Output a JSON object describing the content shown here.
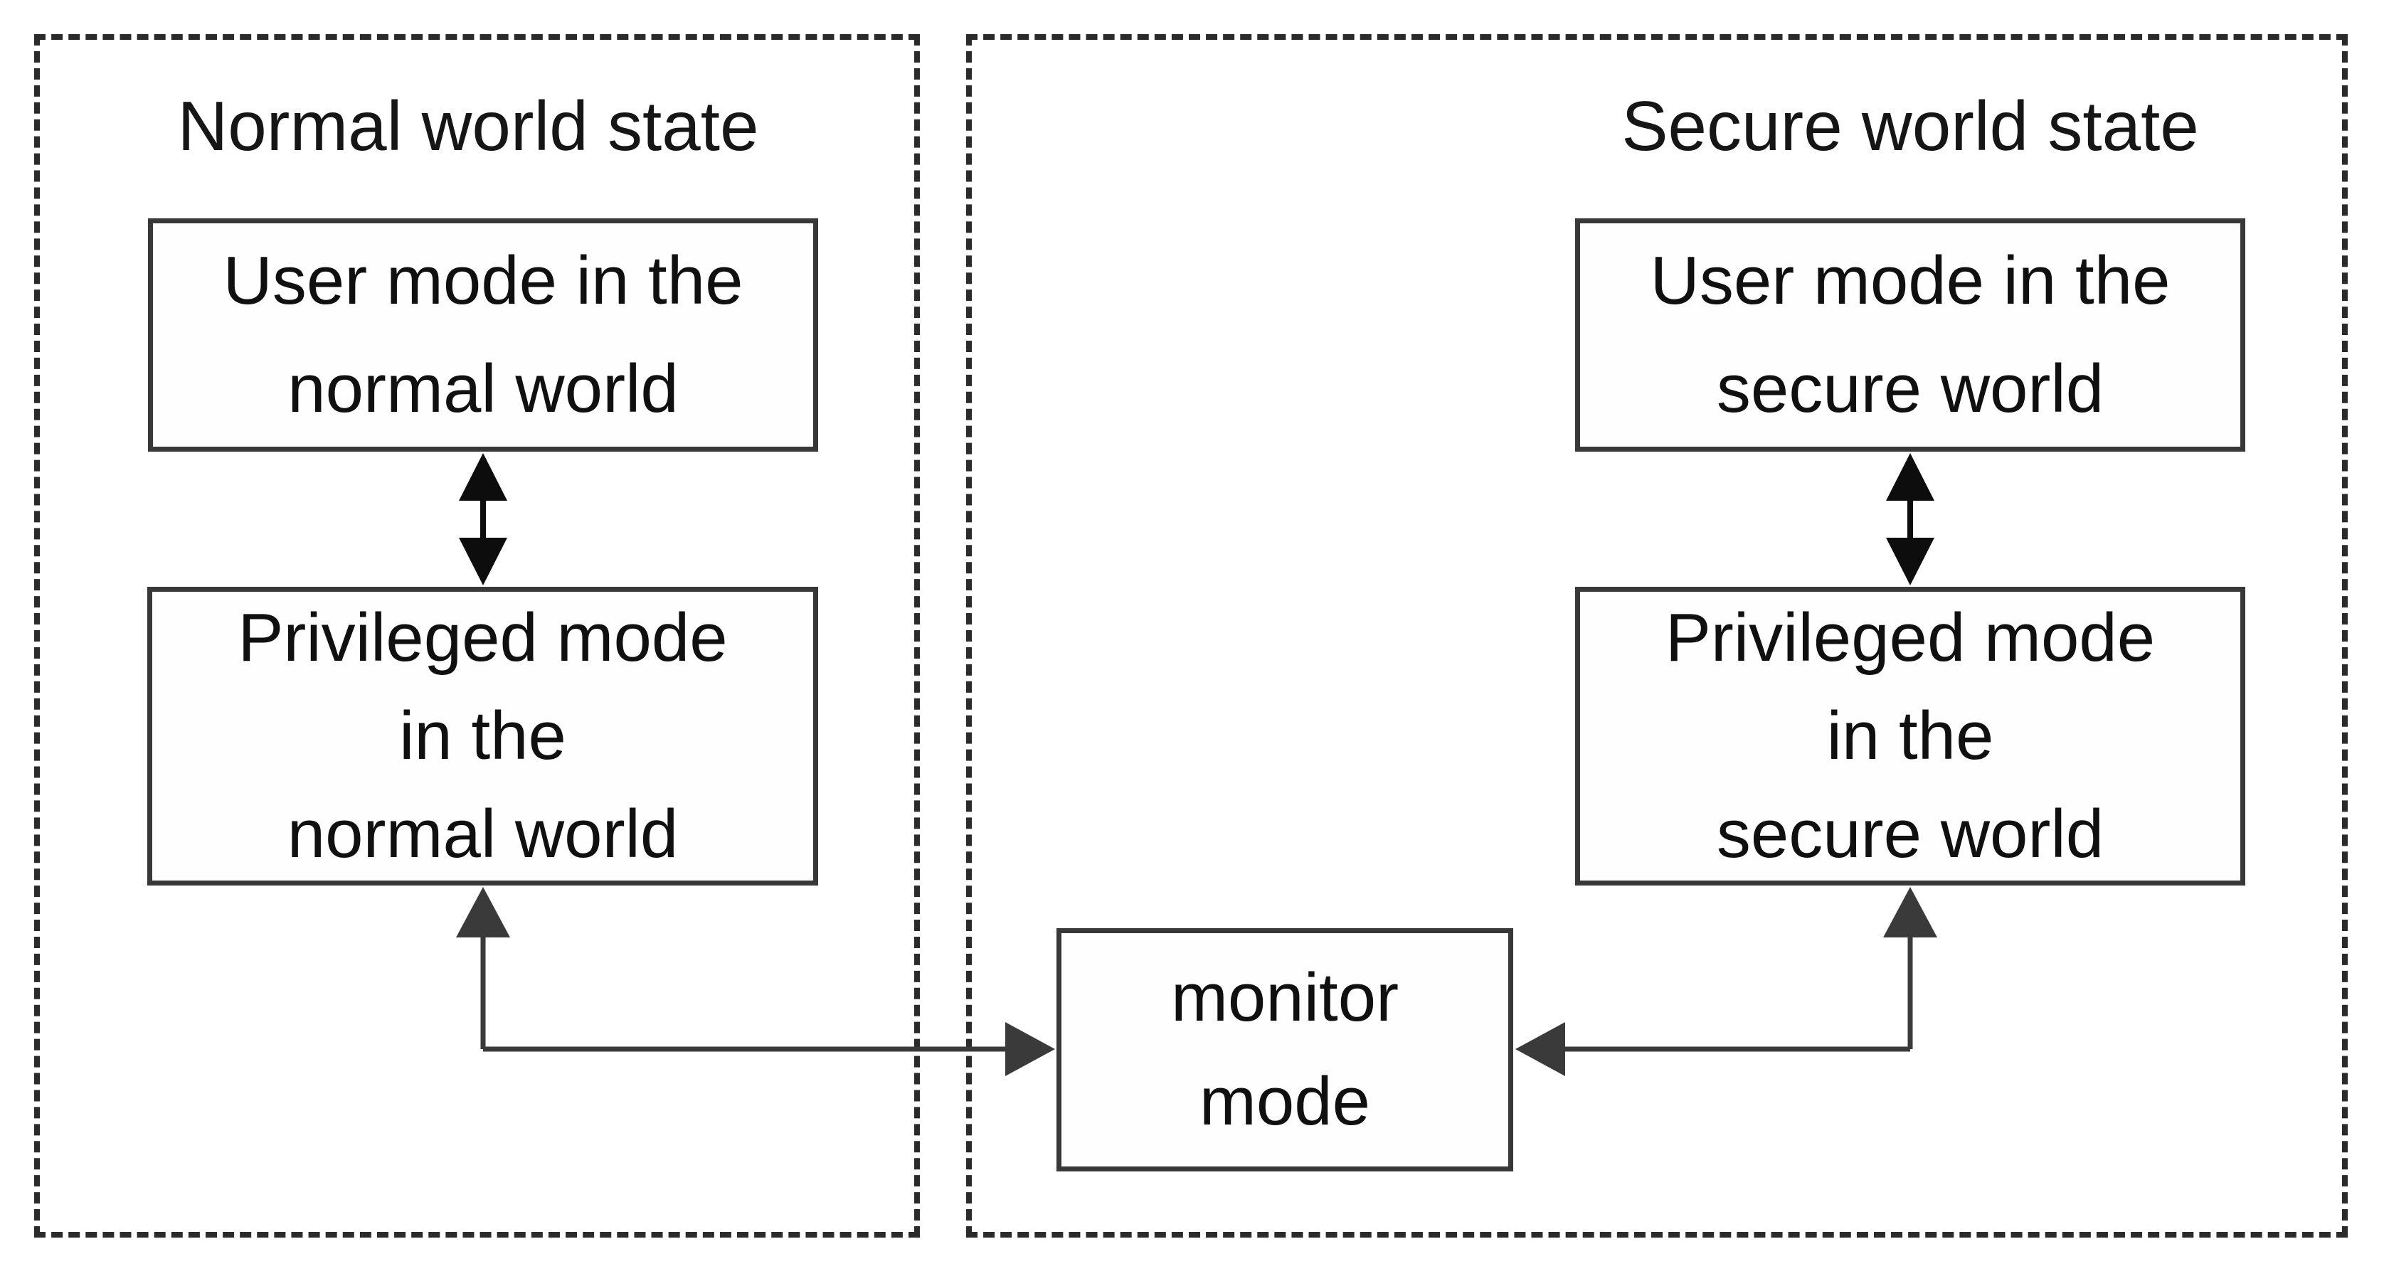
{
  "diagram": {
    "normal_world": {
      "title": "Normal world state",
      "user_box": {
        "line1": "User mode in the",
        "line2": "normal world"
      },
      "privileged_box": {
        "line1": "Privileged mode",
        "line2": "in the",
        "line3": "normal world"
      }
    },
    "secure_world": {
      "title": "Secure world state",
      "user_box": {
        "line1": "User mode in the",
        "line2": "secure world"
      },
      "privileged_box": {
        "line1": "Privileged mode",
        "line2": "in the",
        "line3": "secure world"
      }
    },
    "monitor_box": {
      "line1": "monitor",
      "line2": "mode"
    },
    "colors": {
      "background": "#ffffff",
      "box_border": "#383838",
      "dashed_border": "#2b2b2b",
      "text": "#101010",
      "connector": "#3a3a3a",
      "double_arrow": "#0d0d0d"
    }
  }
}
